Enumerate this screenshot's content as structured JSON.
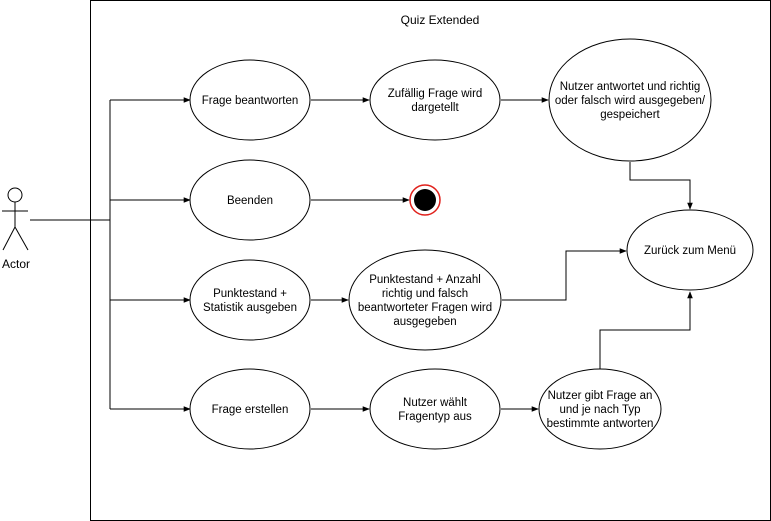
{
  "diagram": {
    "title": "Quiz Extended",
    "actor": {
      "label": "Actor"
    },
    "nodes": {
      "frage_beantworten": [
        "Frage beantworten"
      ],
      "zufaellig_frage": [
        "Zufällig Frage wird",
        "dargetellt"
      ],
      "nutzer_antwortet": [
        "Nutzer antwortet und richtig",
        "oder falsch wird ausgegeben/",
        "gespeichert"
      ],
      "beenden": [
        "Beenden"
      ],
      "zurueck": [
        "Zurück zum Menü"
      ],
      "punktestand": [
        "Punktestand +",
        "Statistik ausgeben"
      ],
      "punktestand_anzahl": [
        "Punktestand + Anzahl",
        "richtig und falsch",
        "beantworteter Fragen wird",
        "ausgegeben"
      ],
      "frage_erstellen": [
        "Frage erstellen"
      ],
      "nutzer_waehlt": [
        "Nutzer wählt",
        "Fragentyp aus"
      ],
      "nutzer_gibt": [
        "Nutzer gibt Frage an",
        "und je nach Typ",
        "bestimmte antworten"
      ]
    },
    "colors": {
      "stroke": "#000000",
      "end_ring": "#e0201b",
      "end_fill": "#000000",
      "background": "#ffffff"
    }
  }
}
